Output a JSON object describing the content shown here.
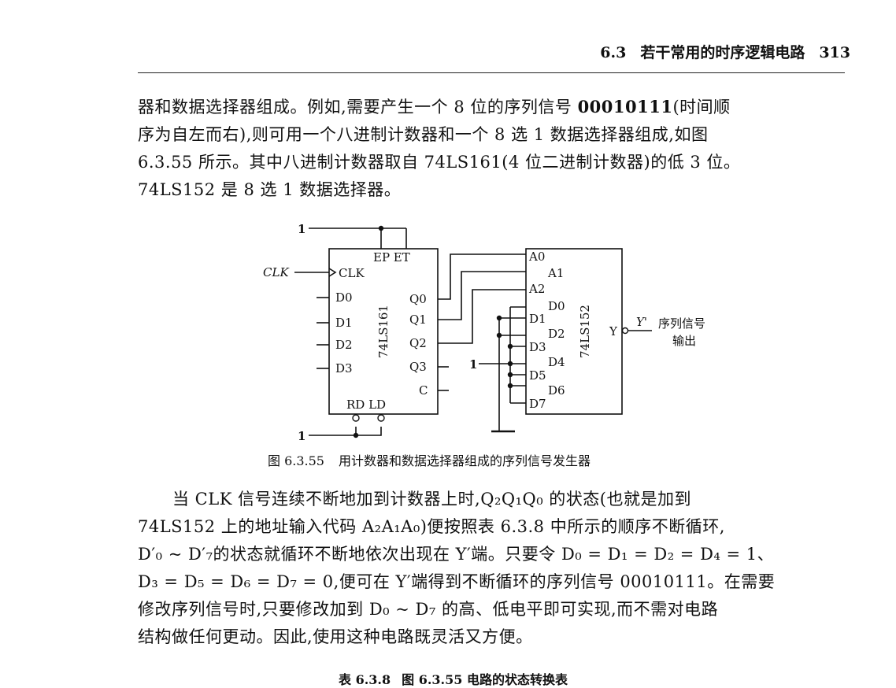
{
  "header": {
    "section": "6.3",
    "title": "若干常用的时序逻辑电路",
    "page_number": "313"
  },
  "paragraph1": {
    "lines": [
      [
        "器和数据选择器组成。例如,需要产生一个 8 位的序列信号 ",
        "00010111",
        "(时间顺"
      ],
      [
        "序为自左而右),则可用一个八进制计数器和一个 8 选 1 数据选择器组成,如图"
      ],
      [
        "6.3.55 所示。其中八进制计数器取自 74LS161(4 位二进制计数器)的低 3 位。"
      ],
      [
        "74LS152 是 8 选 1 数据选择器。"
      ]
    ]
  },
  "figure": {
    "caption_number": "图 6.3.55",
    "caption_text": "用计数器和数据选择器组成的序列信号发生器",
    "counter": {
      "name": "74LS161",
      "clk_input": "CLK",
      "clk_pin": "CLK",
      "enable_pins": "EP ET",
      "data_pins": [
        "D0",
        "D1",
        "D2",
        "D3"
      ],
      "output_pins": [
        "Q0",
        "Q1",
        "Q2",
        "Q3"
      ],
      "carry_pin": "C",
      "bottom_pins": "RD LD",
      "logic_one_top": "1",
      "logic_one_bottom": "1"
    },
    "selector": {
      "name": "74LS152",
      "address_pins": [
        "A0",
        "A1",
        "A2"
      ],
      "data_pins": [
        "D0",
        "D1",
        "D2",
        "D3",
        "D4",
        "D5",
        "D6",
        "D7"
      ],
      "output_pin": "Y",
      "output_label": "Y'",
      "output_desc_line1": "序列信号",
      "output_desc_line2": "输出",
      "logic_one": "1"
    }
  },
  "paragraph2": {
    "lines": [
      "当 CLK 信号连续不断地加到计数器上时,Q₂Q₁Q₀ 的状态(也就是加到",
      "74LS152 上的地址输入代码 A₂A₁A₀)便按照表 6.3.8 中所示的顺序不断循环,",
      "D′₀ ~ D′₇的状态就循环不断地依次出现在 Y′端。只要令 D₀ = D₁ = D₂ = D₄ = 1、",
      "D₃ = D₅ = D₆ = D₇ = 0,便可在 Y′端得到不断循环的序列信号 00010111。在需要",
      "修改序列信号时,只要修改加到 D₀ ~ D₇ 的高、低电平即可实现,而不需对电路",
      "结构做任何更动。因此,使用这种电路既灵活又方便。"
    ]
  },
  "table_caption": {
    "number": "表 6.3.8",
    "text": "图 6.3.55 电路的状态转换表"
  }
}
